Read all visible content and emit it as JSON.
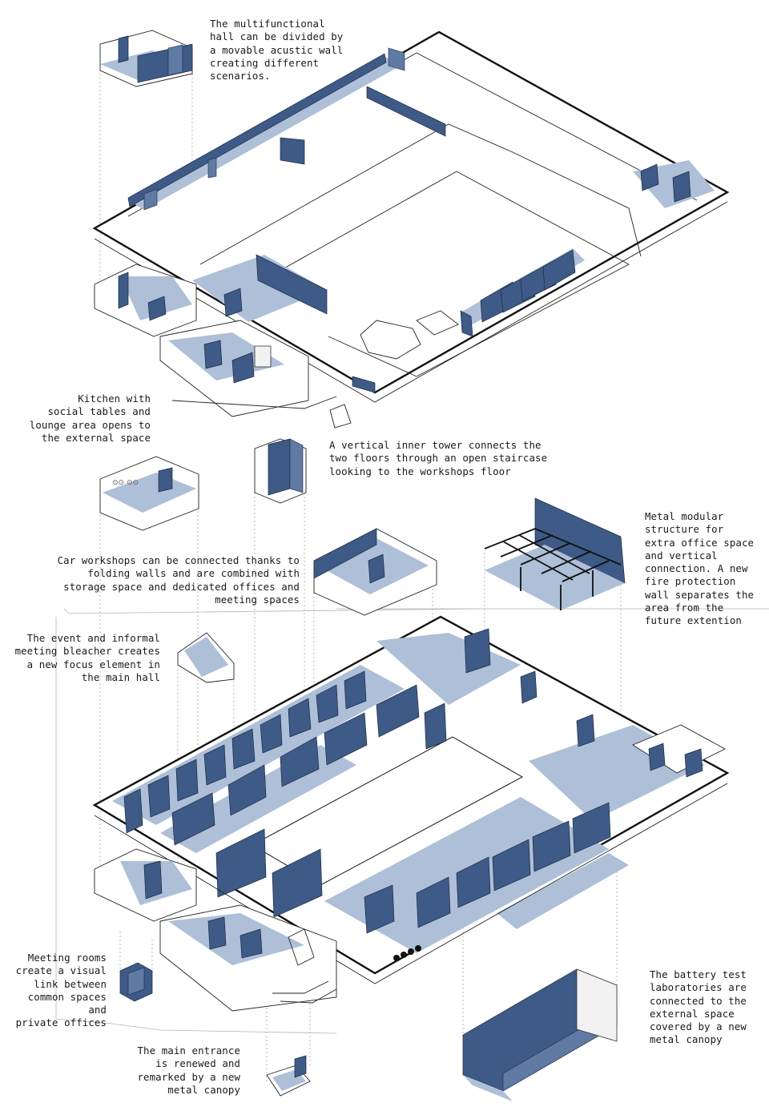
{
  "annotations": {
    "hall": "The multifunctional\nhall can be divided by\na movable acustic wall\ncreating different\nscenarios.",
    "kitchen": "Kitchen with\nsocial tables and\nlounge area opens to\nthe external space",
    "tower": "A vertical inner tower connects the\ntwo floors through an open staircase\nlooking to the workshops floor",
    "metal_structure": "Metal modular\nstructure for\nextra office space\nand vertical\nconnection. A new\nfire protection\nwall separates the\narea from the\nfuture extention",
    "workshops": "Car workshops can be connected thanks to\nfolding walls and are combined with\nstorage space and dedicated offices and\nmeeting spaces",
    "bleacher": "The event and informal\nmeeting bleacher creates\na new focus element in\nthe main hall",
    "meeting_rooms": "Meeting rooms\ncreate a visual\nlink between\ncommon spaces and\nprivate offices",
    "entrance": "The main entrance\nis renewed and\nremarked by a new\nmetal canopy",
    "battery_labs": "The battery test\nlaboratories are\nconnected to the\nexternal space\ncovered by a new\nmetal canopy"
  },
  "colors": {
    "background": "#ffffff",
    "floor_fill": "#aebfd8",
    "wall_fill": "#3e5a86",
    "outline": "#111111"
  }
}
